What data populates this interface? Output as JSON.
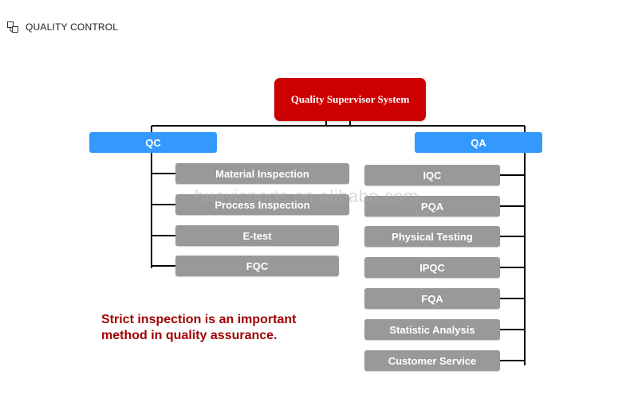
{
  "header": {
    "title": "QUALITY CONTROL",
    "icon": "org-chart-icon"
  },
  "diagram": {
    "root": "Quality Supervisor System",
    "branches": {
      "qc": {
        "label": "QC",
        "items": [
          "Material Inspection",
          "Process Inspection",
          "E-test",
          "FQC"
        ]
      },
      "qa": {
        "label": "QA",
        "items": [
          "IQC",
          "PQA",
          "Physical Testing",
          "IPQC",
          "FQA",
          "Statistic Analysis",
          "Customer Service"
        ]
      }
    },
    "colors": {
      "root": "#cc0000",
      "branch": "#3399ff",
      "item": "#999999",
      "note": "#a00000"
    }
  },
  "watermark": "huavisports.en.alibaba.com",
  "note": {
    "line1": "Strict inspection is an important",
    "line2": "method in quality assurance."
  }
}
